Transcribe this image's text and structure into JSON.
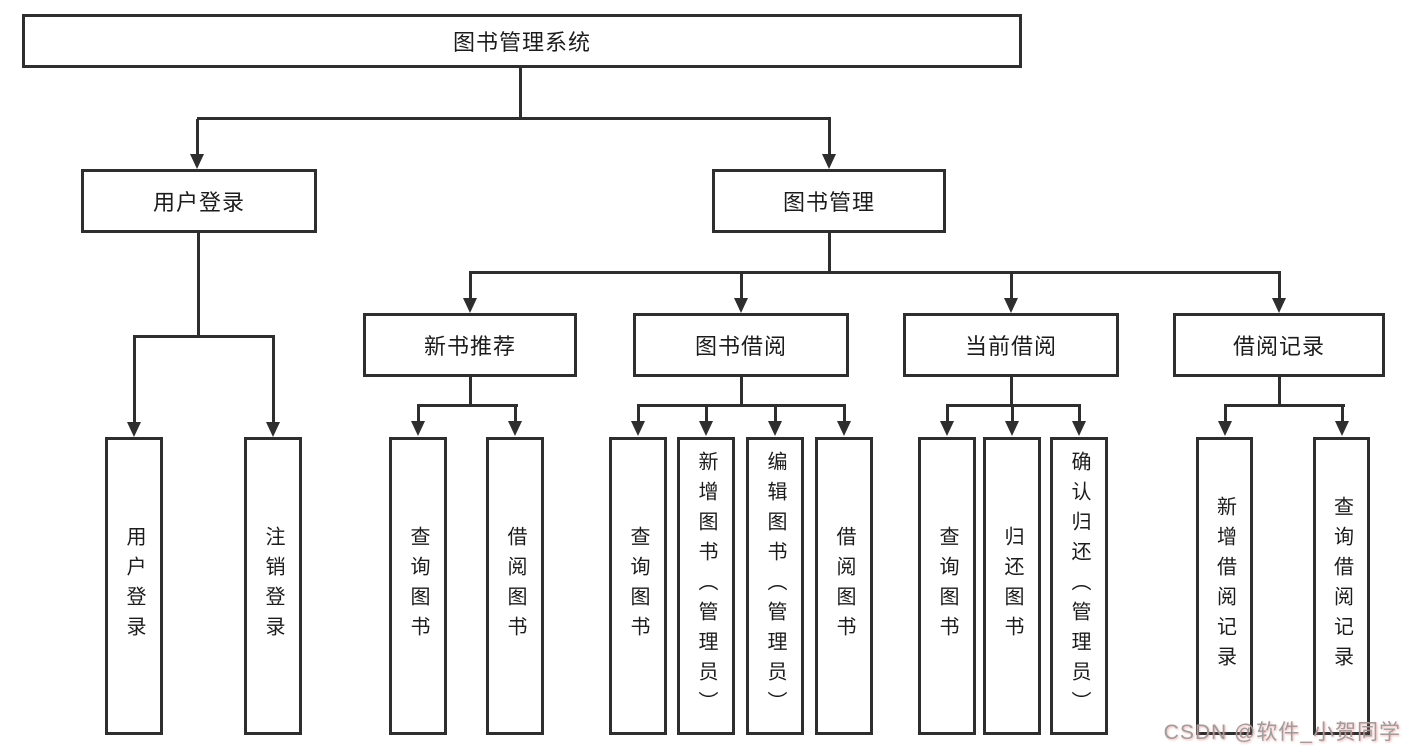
{
  "diagram": {
    "title_node": {
      "label": "图书管理系统"
    },
    "level2": [
      {
        "label": "用户登录"
      },
      {
        "label": "图书管理"
      }
    ],
    "level3": [
      {
        "label": "新书推荐"
      },
      {
        "label": "图书借阅"
      },
      {
        "label": "当前借阅"
      },
      {
        "label": "借阅记录"
      }
    ],
    "leaves": {
      "user_login": [
        "用户登录",
        "注销登录"
      ],
      "new_books": [
        "查询图书",
        "借阅图书"
      ],
      "book_borrow": [
        "查询图书",
        "新增图书（管理员）",
        "编辑图书（管理员）",
        "借阅图书"
      ],
      "current_borrow": [
        "查询图书",
        "归还图书",
        "确认归还（管理员）"
      ],
      "borrow_records": [
        "新增借阅记录",
        "查询借阅记录"
      ]
    },
    "colors": {
      "line": "#2e2e2e",
      "text": "#1c1c1c",
      "background": "#ffffff",
      "watermark": "#9d9d9d"
    }
  },
  "watermark": {
    "text": "CSDN @软件_小贺同学"
  }
}
